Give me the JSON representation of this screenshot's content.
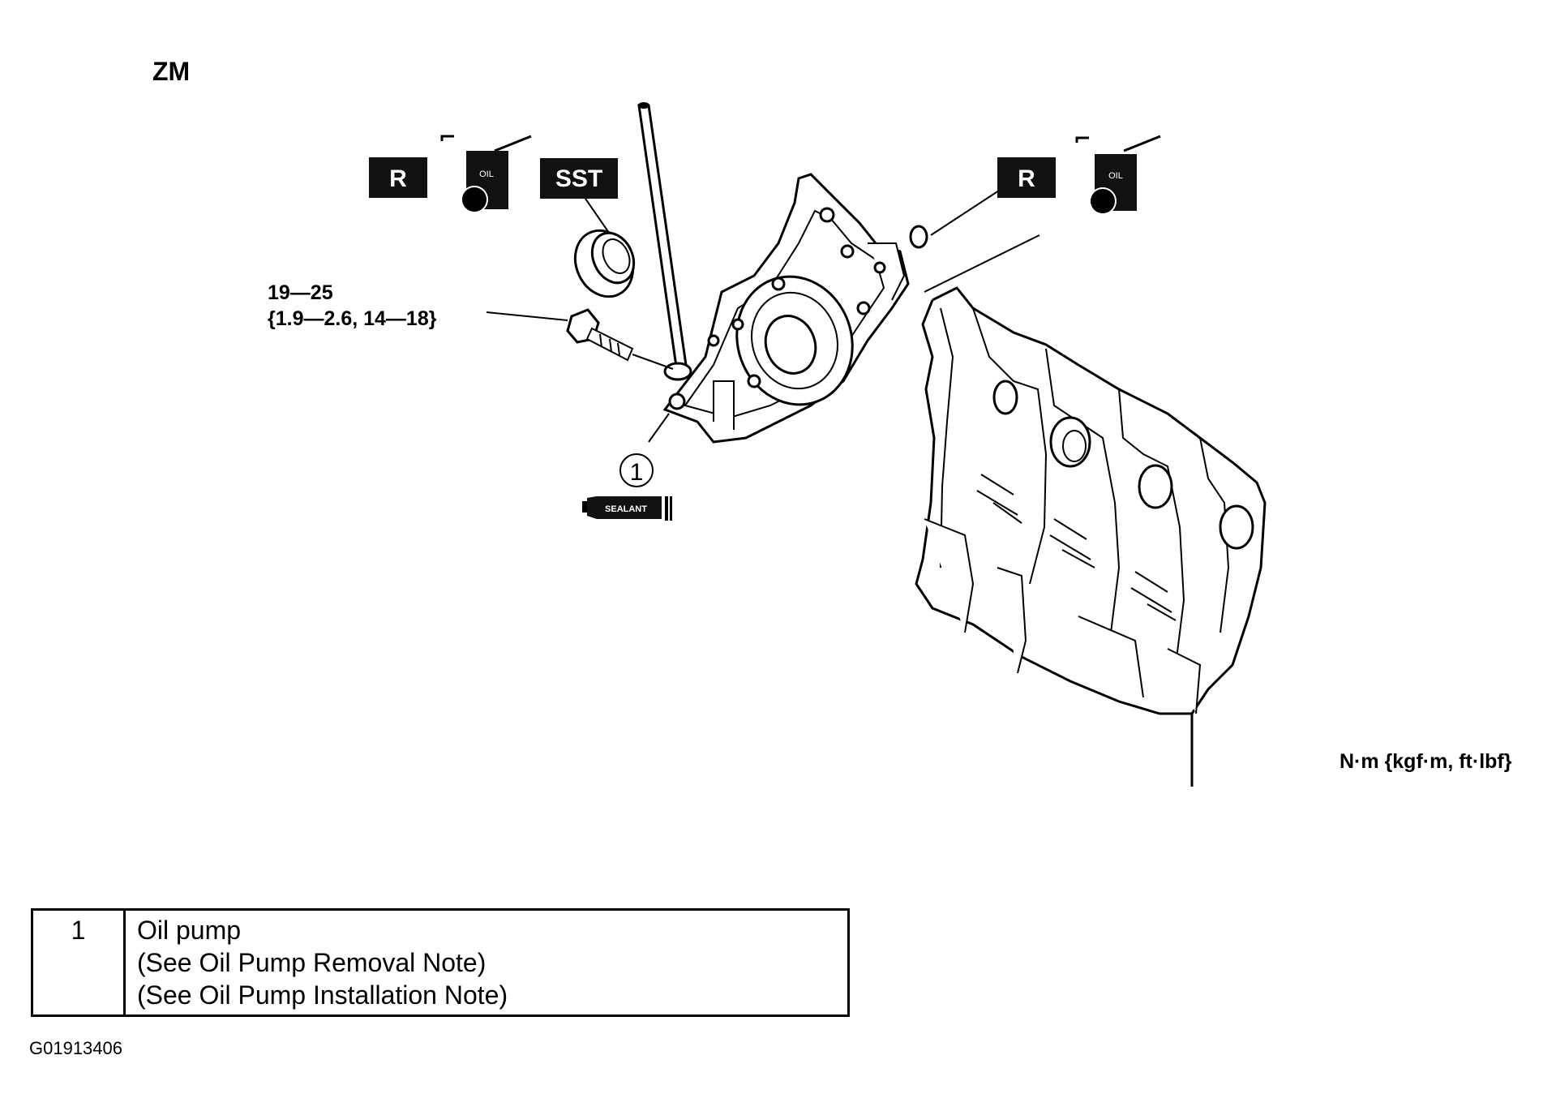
{
  "engine_code": "ZM",
  "torque_spec": {
    "line1": "19—25",
    "line2": "{1.9—2.6, 14—18}"
  },
  "units_note": "N·m {kgf·m, ft·lbf}",
  "symbols": {
    "replace_label": "R",
    "oil_label": "OIL",
    "sst_label": "SST",
    "sealant_label": "SEALANT"
  },
  "callout_number": "1",
  "legend": {
    "number": "1",
    "lines": [
      "Oil pump",
      "(See Oil Pump Removal Note)",
      "(See Oil Pump Installation Note)"
    ]
  },
  "figure_id": "G01913406"
}
